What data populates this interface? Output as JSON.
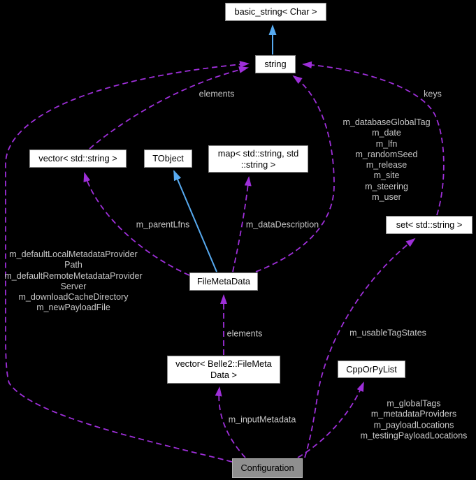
{
  "diagram": {
    "kind": "collaboration-graph",
    "colors": {
      "background": "#000000",
      "inheritance_edge": "#57aaf0",
      "usage_edge": "#9e2fd9",
      "node_fill": "#ffffff",
      "node_border": "#8c8c8c",
      "focus_node_fill": "#8f8f8f",
      "edge_label_text": "#c7c7c7",
      "node_text": "#000000"
    },
    "nodes": {
      "basic_string": {
        "label": "basic_string< Char >"
      },
      "string": {
        "label": "string"
      },
      "vector_string": {
        "label": "vector< std::string >"
      },
      "tobject": {
        "label": "TObject"
      },
      "map_string_string": {
        "label": "map< std::string, std ::string >"
      },
      "set_string": {
        "label": "set< std::string >"
      },
      "file_meta_data": {
        "label": "FileMetaData"
      },
      "vector_belle2_file_meta_data": {
        "label": "vector< Belle2::FileMeta Data >"
      },
      "cpp_or_py_list": {
        "label": "CppOrPyList"
      },
      "configuration": {
        "label": "Configuration"
      }
    },
    "edge_labels": {
      "vector_string_to_string": "elements",
      "set_string_to_string": "keys",
      "file_meta_data_to_string": [
        "m_databaseGlobalTag",
        "m_date",
        "m_lfn",
        "m_randomSeed",
        "m_release",
        "m_site",
        "m_steering",
        "m_user"
      ],
      "file_meta_data_to_vector_string": "m_parentLfns",
      "file_meta_data_to_map": "m_dataDescription",
      "configuration_to_string": [
        "m_defaultLocalMetadataProvider",
        "Path",
        "m_defaultRemoteMetadataProvider",
        "Server",
        "m_downloadCacheDirectory",
        "m_newPayloadFile"
      ],
      "vector_belle2_to_file_meta_data": "elements",
      "configuration_to_set_string": "m_usableTagStates",
      "configuration_to_vector_belle2": "m_inputMetadata",
      "configuration_to_cpp_or_py_list": [
        "m_globalTags",
        "m_metadataProviders",
        "m_payloadLocations",
        "m_testingPayloadLocations"
      ]
    }
  }
}
